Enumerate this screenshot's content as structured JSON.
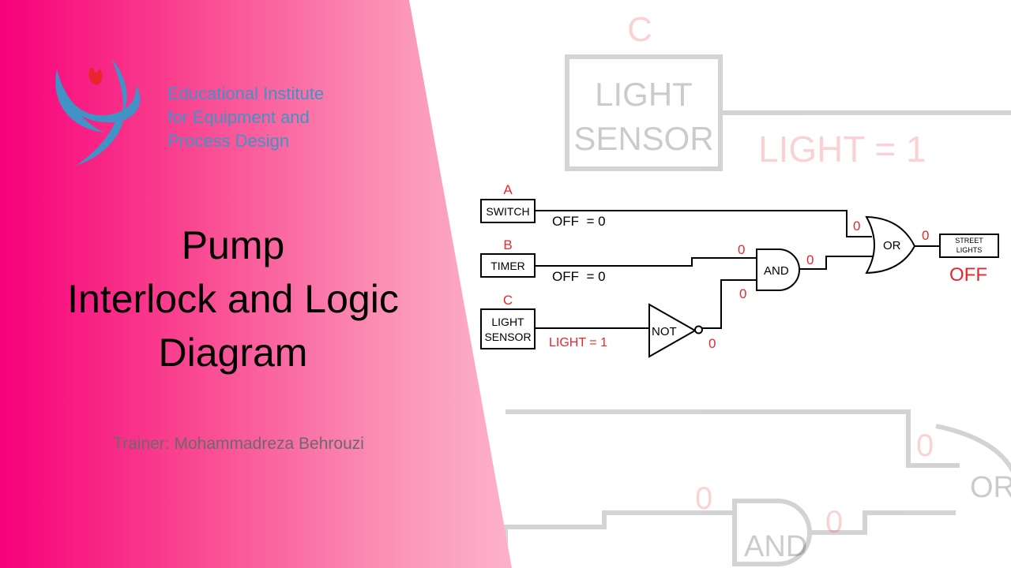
{
  "institute": {
    "line1": "Educational Institute",
    "line2": "for Equipment and",
    "line3": "Process Design"
  },
  "title": {
    "line1": "Pump",
    "line2": "Interlock and Logic",
    "line3": "Diagram"
  },
  "trainer": "Trainer: Mohammadreza Behrouzi",
  "background_zoom": {
    "label_c": "C",
    "sensor_line1": "LIGHT",
    "sensor_line2": "SENSOR",
    "light_text": "LIGHT = 1",
    "zero_or": "0",
    "zero_and_in": "0",
    "zero_and_out": "0",
    "and_label": "AND",
    "or_label": "OR"
  },
  "diagram": {
    "label_a": "A",
    "label_b": "B",
    "label_c": "C",
    "switch": "SWITCH",
    "timer": "TIMER",
    "sensor_line1": "LIGHT",
    "sensor_line2": "SENSOR",
    "switch_state": "OFF  = 0",
    "timer_state": "OFF  = 0",
    "light_state": "LIGHT = 1",
    "not_label": "NOT",
    "and_label": "AND",
    "or_label": "OR",
    "lights_line1": "STREET",
    "lights_line2": "LIGHTS",
    "output_state": "OFF",
    "v_or_in1": "0",
    "v_and_in1": "0",
    "v_and_in2": "0",
    "v_and_out": "0",
    "v_not_out": "0",
    "v_or_out": "0"
  },
  "colors": {
    "accent_red": "#e8262b",
    "logo_blue": "#3f93c6",
    "pink": "#f7007a"
  }
}
